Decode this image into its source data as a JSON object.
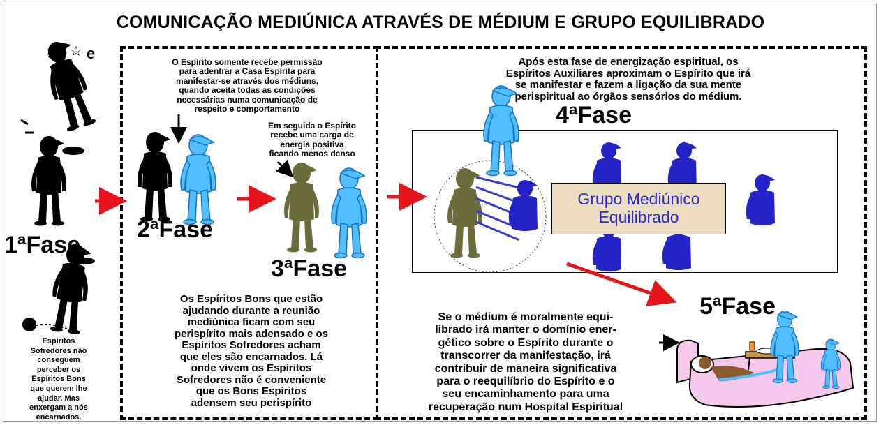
{
  "title": "COMUNICAÇÃO MEDIÚNICA ATRAVÉS DE MÉDIUM E GRUPO EQUILIBRADO",
  "phases": {
    "p1": "1ªFase",
    "p2": "2ªFase",
    "p3": "3ªFase",
    "p4": "4ªFase",
    "p5": "5ªFase"
  },
  "texts": {
    "sofredores_left": [
      "Espíritos",
      "Sofredores não",
      "conseguem",
      "perceber os",
      "Espíritos Bons",
      "que querem lhe",
      "ajudar. Mas",
      "enxergam a nós",
      "encarnados."
    ],
    "permissao": [
      "O Espírito somente recebe permissão",
      "para adentrar a Casa Espírita para",
      "manifestar-se através dos médiuns,",
      "quando aceita todas as condições",
      "necessárias numa  comunicação de",
      "respeito e comportamento"
    ],
    "carga": [
      "Em seguida o Espírito",
      "recebe uma carga de",
      "energia positiva",
      "ficando menos denso"
    ],
    "bons": [
      "Os Espíritos Bons que estão",
      "ajudando  durante a reunião",
      "mediúnica ficam com seu",
      "perispírito mais adensado e os",
      "Espíritos Sofredores acham",
      "que eles são encarnados. Lá",
      "onde vivem os Espíritos",
      "Sofredores não é conveniente",
      "que os Bons Espíritos",
      "adensem seu perispírito"
    ],
    "energizacao": [
      "Após esta fase de energização espiritual, os",
      "Espíritos Auxiliares aproximam o Espírito que irá",
      "se manifestar e fazem a ligação da sua mente",
      "perispiritual ao órgãos sensórios do médium."
    ],
    "medium": [
      "Se o médium é moralmente equi-",
      "librado irá manter o domínio ener-",
      "gético sobre o Espírito durante o",
      "transcorrer da manifestação, irá",
      "contribuir de maneira significativa",
      "para o reequilíbrio do Espírito e o",
      "seu encaminhamento para uma",
      "recuperação num Hospital Espiritual"
    ]
  },
  "grupo_label": [
    "Grupo Mediúnico",
    "Equilibrado"
  ],
  "colors": {
    "black_spirit": "#000000",
    "light_blue_spirit": "#4fbfff",
    "olive_spirit": "#6b6b3c",
    "dark_blue_medium": "#2323c8",
    "arrow_red": "#e8141c",
    "grupo_bg": "#ecdcc0",
    "grupo_text": "#2a2acc",
    "bed_pink": "#f5c8ec"
  }
}
